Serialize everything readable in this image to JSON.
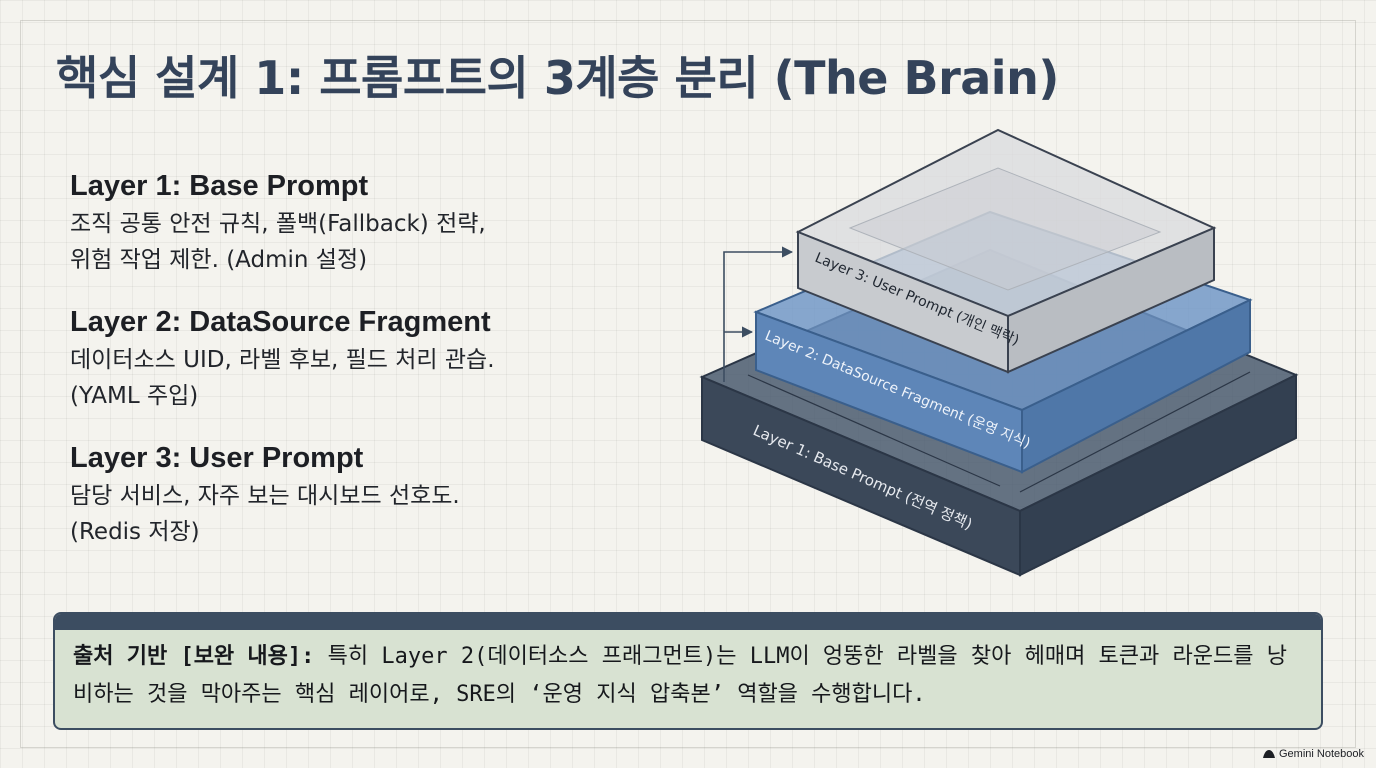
{
  "title": "핵심 설계 1: 프롬프트의 3계층 분리 (The Brain)",
  "layers": [
    {
      "heading": "Layer 1: Base Prompt",
      "description": "조직 공통 안전 규칙, 폴백(Fallback) 전략,\n위험 작업 제한. (Admin 설정)"
    },
    {
      "heading": "Layer 2: DataSource Fragment",
      "description": "데이터소스 UID, 라벨 후보, 필드 처리 관습.\n(YAML 주입)"
    },
    {
      "heading": "Layer 3: User Prompt",
      "description": "담당 서비스, 자주 보는 대시보드 선호도.\n(Redis 저장)"
    }
  ],
  "diagram": {
    "layer3_label": "Layer 3: User Prompt (개인 맥락)",
    "layer2_label": "Layer 2: DataSource Fragment (운영 지식)",
    "layer1_label": "Layer 1: Base Prompt (전역 정책)",
    "colors": {
      "layer1": "#3e4c5e",
      "layer2": "#5e86b8",
      "layer3": "#d6d8db"
    }
  },
  "note": {
    "label": "출처 기반 [보완 내용]:",
    "text": " 특히 Layer 2(데이터소스 프래그먼트)는 LLM이 엉뚱한 라벨을 찾아 헤매며 토큰과 라운드를 낭비하는 것을 막아주는 핵심 레이어로, SRE의 ‘운영 지식 압축본’ 역할을 수행합니다."
  },
  "badge": {
    "text": "Gemini Notebook",
    "icon": "gemini-logo-icon"
  }
}
